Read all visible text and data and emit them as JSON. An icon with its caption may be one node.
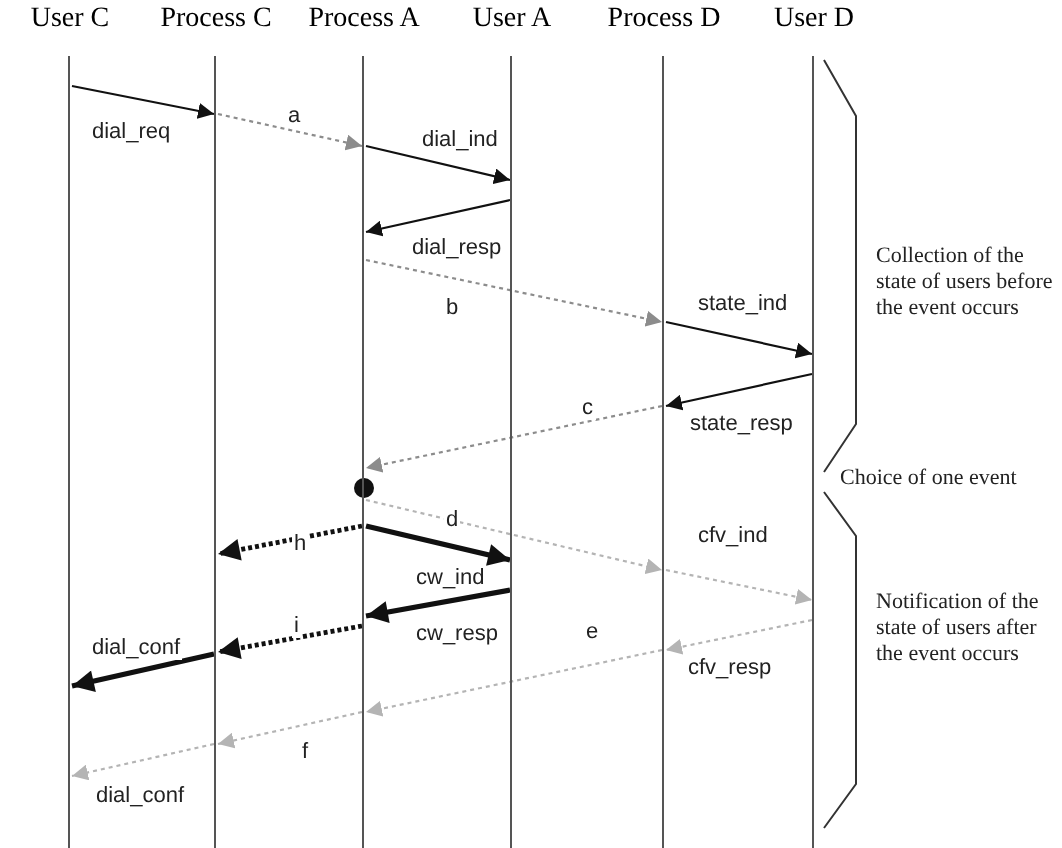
{
  "diagram": {
    "nodes": [
      {
        "text": [
          "User C"
        ]
      },
      {
        "text": [
          "Process C"
        ]
      },
      {
        "text": [
          "Process A"
        ]
      },
      {
        "text": [
          "User A"
        ]
      },
      {
        "text": [
          "Process D"
        ]
      },
      {
        "text": [
          "User D"
        ]
      },
      {
        "text": [],
        "shape": "circle"
      }
    ],
    "edges": [
      {
        "from": 0,
        "to": 1,
        "arrow": "to",
        "label": "dial_req"
      },
      {
        "from": 1,
        "to": 2,
        "arrow": "to",
        "label": "a",
        "style": "dashed",
        "color": "#8c8c8c"
      },
      {
        "from": 2,
        "to": 3,
        "arrow": "to",
        "label": "dial_ind"
      },
      {
        "from": 3,
        "to": 2,
        "arrow": "to",
        "label": "dial_resp"
      },
      {
        "from": 2,
        "to": 4,
        "arrow": "to",
        "label": "b",
        "style": "dashed",
        "color": "#8c8c8c"
      },
      {
        "from": 4,
        "to": 5,
        "arrow": "to",
        "label": "state_ind"
      },
      {
        "from": 5,
        "to": 4,
        "arrow": "to",
        "label": "state_resp"
      },
      {
        "from": 4,
        "to": 2,
        "arrow": "to",
        "label": "c",
        "style": "dashed",
        "color": "#8c8c8c"
      },
      {
        "from": 2,
        "to": 4,
        "arrow": "to",
        "label": "d",
        "style": "dashed",
        "color": "#b4b4b4"
      },
      {
        "from": 4,
        "to": 5,
        "arrow": "to",
        "label": "cfv_ind",
        "style": "dashed",
        "color": "#b4b4b4"
      },
      {
        "from": 2,
        "to": 1,
        "arrow": "to",
        "label": "h",
        "style": "dashed"
      },
      {
        "from": 2,
        "to": 3,
        "arrow": "to",
        "label": "cw_ind",
        "style": "thick"
      },
      {
        "from": 3,
        "to": 2,
        "arrow": "to",
        "label": "cw_resp",
        "style": "thick"
      },
      {
        "from": 2,
        "to": 1,
        "arrow": "to",
        "label": "i",
        "style": "dashed"
      },
      {
        "from": 1,
        "to": 0,
        "arrow": "to",
        "label": "dial_conf",
        "style": "thick"
      },
      {
        "from": 5,
        "to": 4,
        "arrow": "to",
        "label": "cfv_resp",
        "style": "dashed",
        "color": "#b4b4b4"
      },
      {
        "from": 4,
        "to": 2,
        "arrow": "to",
        "label": "e",
        "style": "dashed",
        "color": "#b4b4b4"
      },
      {
        "from": 2,
        "to": 1,
        "arrow": "to",
        "label": "f",
        "style": "dashed",
        "color": "#b4b4b4"
      },
      {
        "from": 1,
        "to": 0,
        "arrow": "to",
        "label": "dial_conf",
        "style": "dashed",
        "color": "#b4b4b4"
      }
    ],
    "labels": [
      "Collection of the state of users before the event occurs",
      "Choice of one event",
      "Notification of the state of users after the event occurs"
    ]
  }
}
